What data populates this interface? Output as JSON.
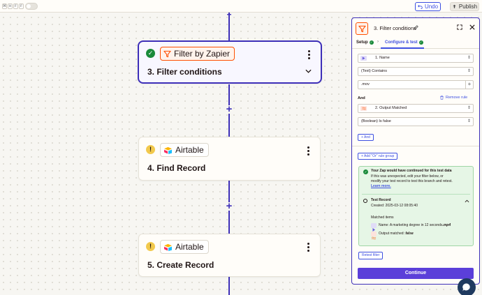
{
  "topbar": {
    "keys": [
      "⌘",
      "H",
      "F",
      "F"
    ],
    "undo_label": "Undo",
    "publish_label": "Publish"
  },
  "canvas": {
    "steps": [
      {
        "app": "Filter by Zapier",
        "title": "3. Filter conditions",
        "status": "complete",
        "selected": true
      },
      {
        "app": "Airtable",
        "title": "4. Find Record",
        "status": "warning",
        "selected": false
      },
      {
        "app": "Airtable",
        "title": "5. Create Record",
        "status": "warning",
        "selected": false
      }
    ]
  },
  "panel": {
    "title": "3. Filter conditions",
    "tabs": {
      "setup": "Setup",
      "configure": "Configure & test"
    },
    "rule1": {
      "field": "1. Name",
      "condition": "(Text) Contains",
      "value": ".mov"
    },
    "and_label": "And",
    "remove_rule": "Remove rule",
    "rule2": {
      "field": "2. Output Matched",
      "condition": "(Boolean) Is false"
    },
    "and_button": "And",
    "or_group_button": "Add \"Or\" rule group",
    "result": {
      "heading": "Your Zap would have continued for this test data",
      "body_line1": "If this was unexpected, edit your filter below, or",
      "body_line2": "modify your test record to test this branch and retest.",
      "learn_more": "Learn more.",
      "record_title": "Test Record",
      "record_created": "Created: 2025-03-12 08:05:40",
      "matched_label": "Matched items",
      "item1_prefix": "Name: A marketing degree in 12 seconds",
      "item1_emph": ".mp4",
      "item2_prefix": "Output matched: ",
      "item2_emph": "false"
    },
    "retest_label": "Retest filter",
    "continue_label": "Continue"
  },
  "colors": {
    "accent": "#3d2fb8",
    "zapier_orange": "#ff4f00",
    "success": "#1a8a3a",
    "warning": "#f2c94c",
    "continue_bg": "#5b3fd9"
  }
}
